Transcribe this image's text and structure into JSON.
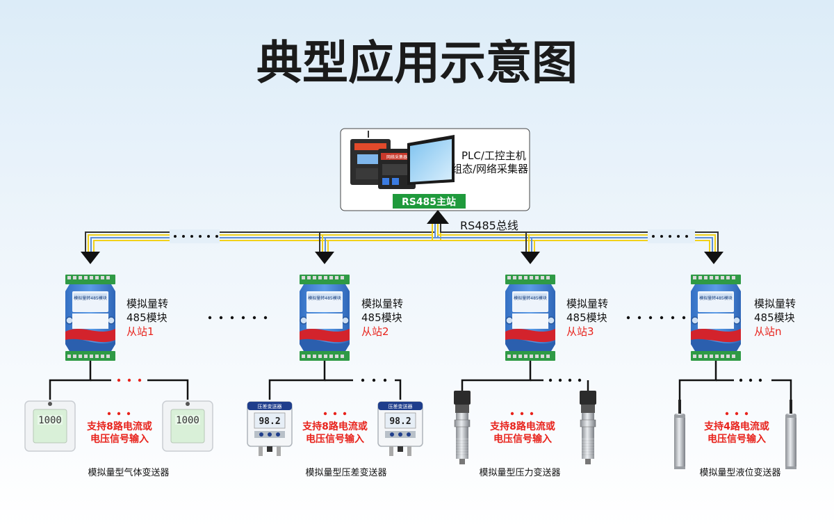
{
  "title": "典型应用示意图",
  "master": {
    "device_label_line1": "PLC/工控主机",
    "device_label_line2": "组态/网络采集器",
    "station_label": "RS485主站",
    "bus_label": "RS485总线",
    "gateway_label": "网络采集器"
  },
  "slaves": [
    {
      "line1": "模拟量转",
      "line2": "485模块",
      "station": "从站1",
      "module_caption": "模拟量转485模块"
    },
    {
      "line1": "模拟量转",
      "line2": "485模块",
      "station": "从站2",
      "module_caption": "模拟量转485模块"
    },
    {
      "line1": "模拟量转",
      "line2": "485模块",
      "station": "从站3",
      "module_caption": "模拟量转485模块"
    },
    {
      "line1": "模拟量转",
      "line2": "485模块",
      "station": "从站n",
      "module_caption": "模拟量转485模块"
    }
  ],
  "groups": [
    {
      "support_line1": "支持8路电流或",
      "support_line2": "电压信号输入",
      "sensor_name": "模拟量型气体变送器",
      "reading": "1000"
    },
    {
      "support_line1": "支持8路电流或",
      "support_line2": "电压信号输入",
      "sensor_name": "模拟量型压差变送器",
      "reading": "98.2",
      "panel_title": "压差变送器"
    },
    {
      "support_line1": "支持8路电流或",
      "support_line2": "电压信号输入",
      "sensor_name": "模拟量型压力变送器"
    },
    {
      "support_line1": "支持4路电流或",
      "support_line2": "电压信号输入",
      "sensor_name": "模拟量型液位变送器"
    }
  ],
  "colors": {
    "bus_yellow": "#f2d11a",
    "bus_blue": "#5d8ed6",
    "station_green": "#1f9a3c",
    "accent_red": "#e8231c",
    "module_blue": "#3d7fd2"
  }
}
